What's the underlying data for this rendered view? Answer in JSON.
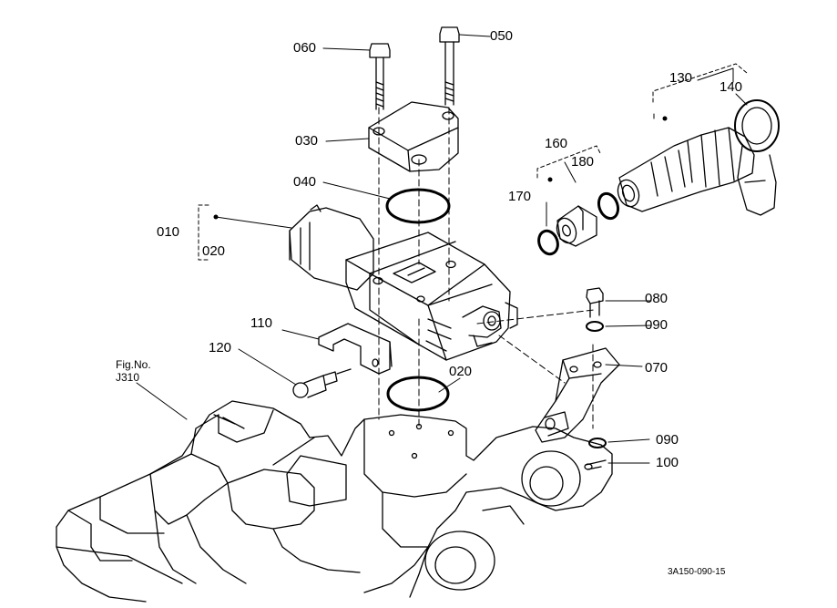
{
  "labels": {
    "p010": "010",
    "p020a": "020",
    "p020b": "020",
    "p030": "030",
    "p040": "040",
    "p050": "050",
    "p060": "060",
    "p070": "070",
    "p080": "080",
    "p090a": "090",
    "p090b": "090",
    "p100": "100",
    "p110": "110",
    "p120": "120",
    "p130": "130",
    "p140": "140",
    "p160": "160",
    "p170": "170",
    "p180": "180"
  },
  "figure_ref": {
    "line1": "Fig.No.",
    "line2": "J310"
  },
  "drawing_code": "3A150-090-15"
}
